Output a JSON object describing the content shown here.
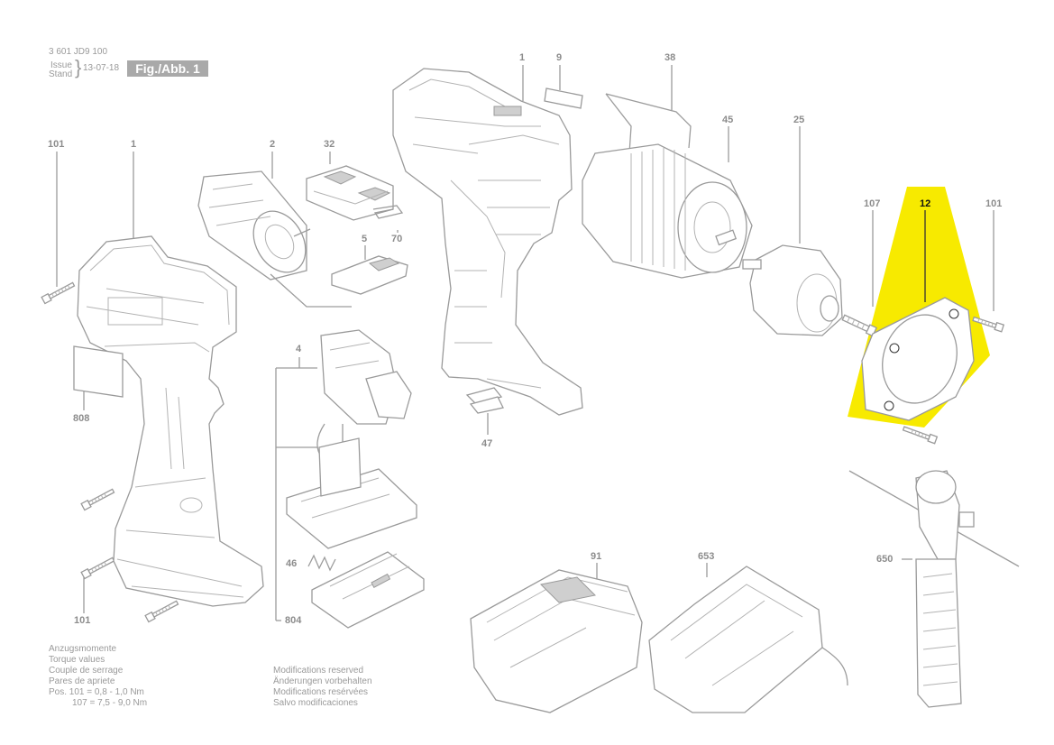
{
  "header": {
    "drawing_number": "3 601 JD9 100",
    "issue_label": "Issue",
    "stand_label": "Stand",
    "date": "13-07-18",
    "figure": "Fig./Abb. 1"
  },
  "callouts": {
    "c1_top": "1",
    "c9": "9",
    "c38": "38",
    "c101_left": "101",
    "c1_left": "1",
    "c2": "2",
    "c32": "32",
    "c45": "45",
    "c25": "25",
    "c107": "107",
    "c12": "12",
    "c101_right": "101",
    "c5": "5",
    "c70": "70",
    "c4": "4",
    "c808": "808",
    "c47": "47",
    "c91": "91",
    "c653": "653",
    "c650": "650",
    "c46": "46",
    "c101_bottom": "101",
    "c804": "804"
  },
  "torque_note": {
    "line1": "Anzugsmomente",
    "line2": "Torque values",
    "line3": "Couple de serrage",
    "line4": "Pares de apriete",
    "line5": "Pos. 101 =  0,8 - 1,0 Nm",
    "line6": "107 =  7,5 - 9,0 Nm"
  },
  "modifications_note": {
    "line1": "Modifications reserved",
    "line2": "Änderungen vorbehalten",
    "line3": "Modifications resérvées",
    "line4": "Salvo modificaciones"
  },
  "highlight": {
    "part": "12",
    "color": "#f7ea00"
  },
  "colors": {
    "line": "#9c9c9c",
    "text": "#8c8c8c",
    "highlight": "#f7ea00"
  }
}
